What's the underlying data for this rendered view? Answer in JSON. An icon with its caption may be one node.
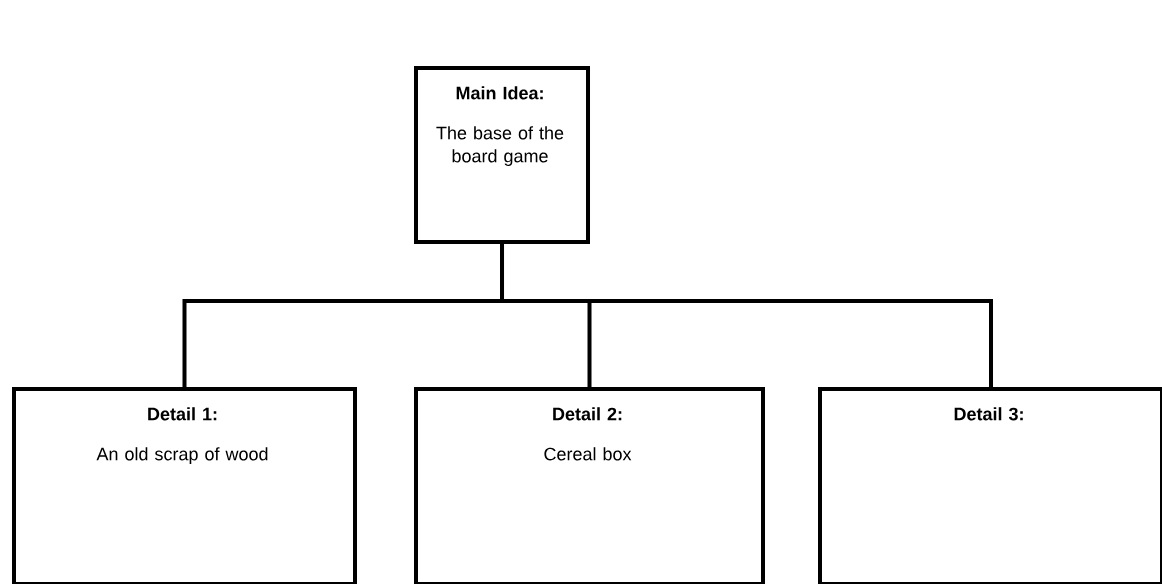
{
  "diagram": {
    "nodes": [
      {
        "text": [
          "Main Idea:",
          "The base of the board game"
        ]
      },
      {
        "text": [
          "Detail 1:",
          "An old scrap of wood"
        ]
      },
      {
        "text": [
          "Detail 2:",
          "Cereal box"
        ]
      },
      {
        "text": [
          "Detail 3:"
        ]
      }
    ],
    "edges": [
      {
        "from": 0,
        "to": 1,
        "arrow": "none"
      },
      {
        "from": 0,
        "to": 2,
        "arrow": "none"
      },
      {
        "from": 0,
        "to": 3,
        "arrow": "none"
      }
    ]
  }
}
